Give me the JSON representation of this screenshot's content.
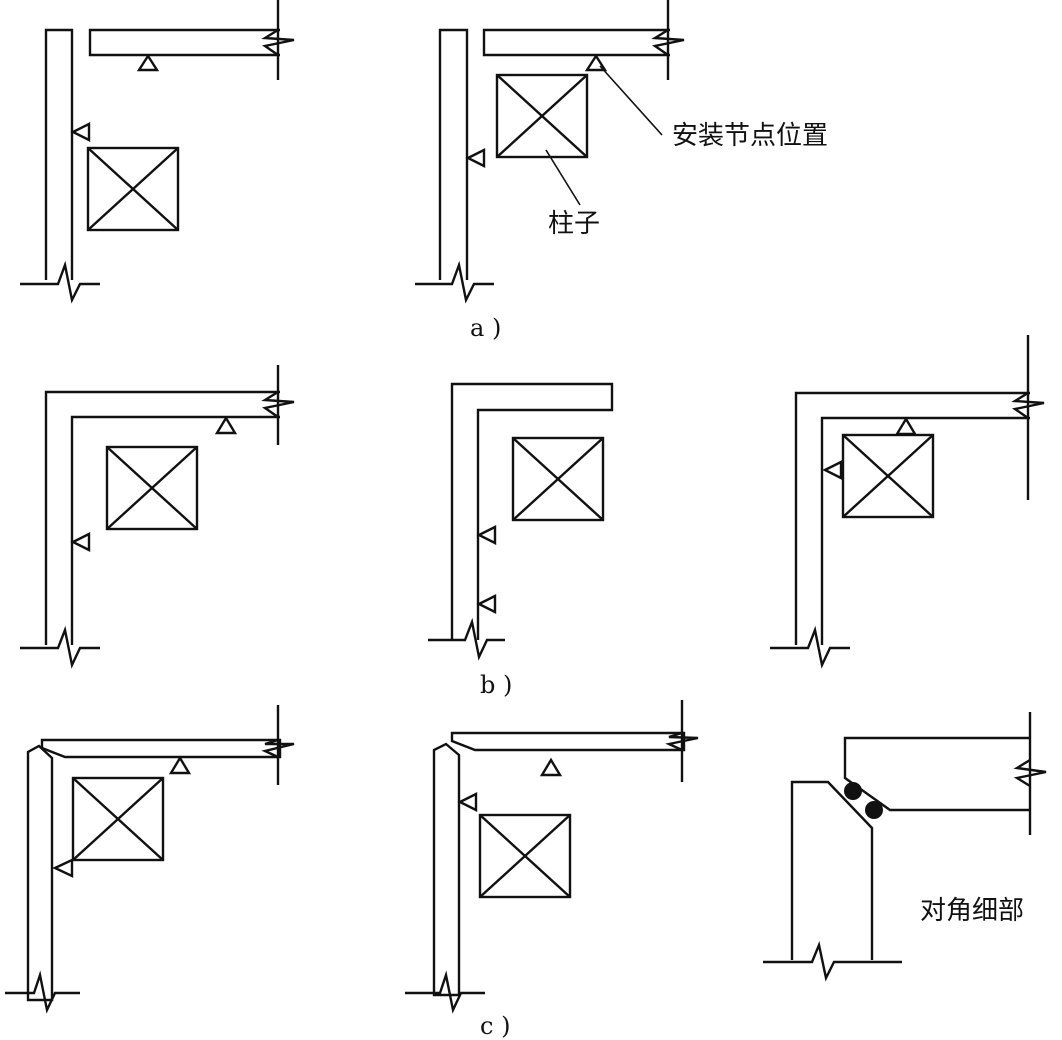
{
  "labels": {
    "install_node_position": "安装节点位置",
    "column": "柱子",
    "diagonal_detail": "对角细部"
  },
  "captions": {
    "a": "a )",
    "b": "b )",
    "c": "c )"
  },
  "colors": {
    "line": "#111111",
    "background": "#ffffff"
  }
}
